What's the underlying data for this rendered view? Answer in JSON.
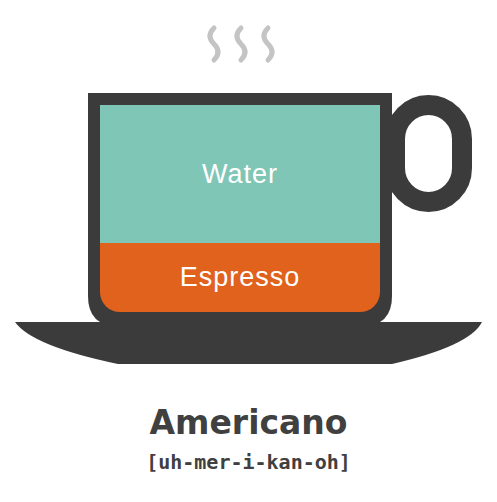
{
  "diagram": {
    "title": "Americano",
    "caption": "[uh-mer-i-kan-oh]",
    "nodes": [
      {
        "text": [
          "Water"
        ]
      },
      {
        "text": [
          "Espresso"
        ]
      }
    ]
  }
}
